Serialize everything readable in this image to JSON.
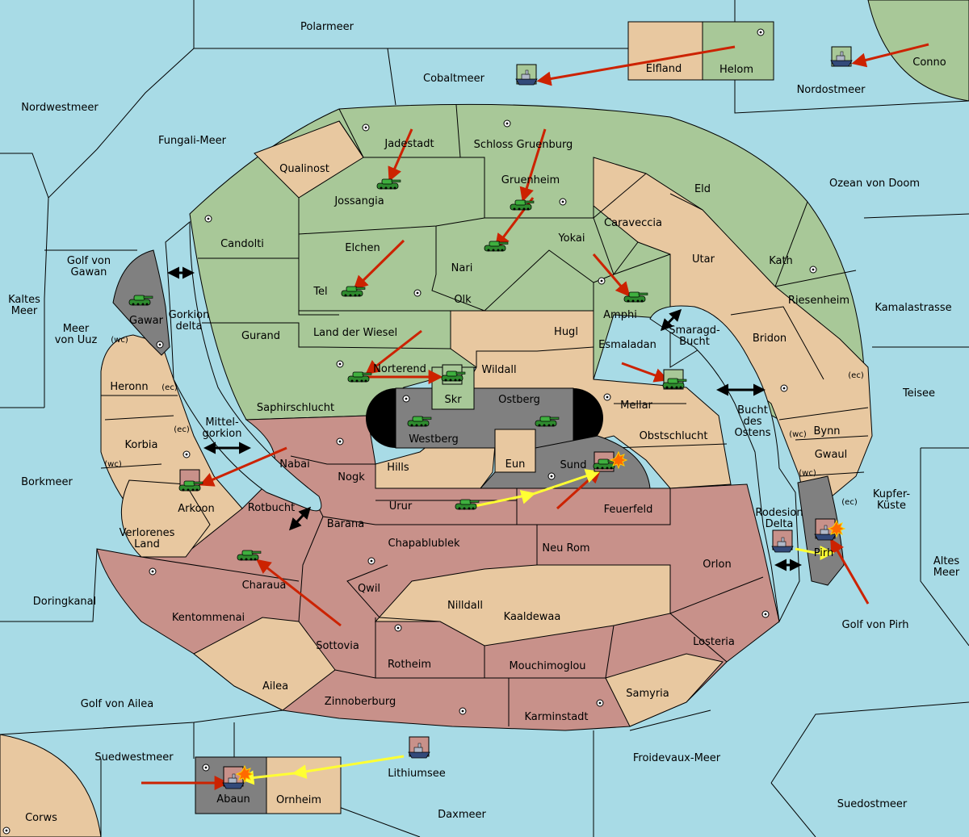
{
  "colors": {
    "sea": "#a8dbe6",
    "green": "#a8c898",
    "tan": "#e8c8a0",
    "rose": "#c8918a",
    "gray": "#808080",
    "black": "#000000",
    "move_arrow": "#cc2200",
    "support_arrow": "#ffff33",
    "bounce_arrow": "#000000"
  },
  "seas": {
    "polarmeer": "Polarmeer",
    "cobaltmeer": "Cobaltmeer",
    "nordostmeer": "Nordostmeer",
    "conno": "Conno",
    "nordwestmeer": "Nordwestmeer",
    "fungali": "Fungali-Meer",
    "ozean_doom": "Ozean von Doom",
    "golf_gawan_1": "Golf von",
    "golf_gawan_2": "Gawan",
    "kaltes_1": "Kaltes",
    "kaltes_2": "Meer",
    "meer_uuz_1": "Meer",
    "meer_uuz_2": "von Uuz",
    "kamalastrasse": "Kamalastrasse",
    "smaragd_1": "Smaragd-",
    "smaragd_2": "Bucht",
    "teisee": "Teisee",
    "bucht_1": "Bucht",
    "bucht_2": "des",
    "bucht_3": "Ostens",
    "mittel_1": "Mittel-",
    "mittel_2": "gorkion",
    "borkmeer": "Borkmeer",
    "rotbucht": "Rotbucht",
    "kupfer_1": "Kupfer-",
    "kupfer_2": "Küste",
    "altes_1": "Altes",
    "altes_2": "Meer",
    "rodesion_1": "Rodesion",
    "rodesion_2": "Delta",
    "gorkion_1": "Gorkion",
    "gorkion_2": "delta",
    "doringkanal": "Doringkanal",
    "golf_pirh": "Golf von Pirh",
    "golf_ailea": "Golf von Ailea",
    "suedwestmeer": "Suedwestmeer",
    "lithiumsee": "Lithiumsee",
    "froidevaux": "Froidevaux-Meer",
    "suedostmeer": "Suedostmeer",
    "daxmeer": "Daxmeer",
    "corws": "Corws"
  },
  "lands": {
    "elfland": "Elfland",
    "helom": "Helom",
    "jadestadt": "Jadestadt",
    "schloss": "Schloss Gruenburg",
    "qualinost": "Qualinost",
    "jossangia": "Jossangia",
    "gruenheim": "Gruenheim",
    "eld": "Eld",
    "candolti": "Candolti",
    "caraveccia": "Caraveccia",
    "elchen": "Elchen",
    "yokai": "Yokai",
    "nari": "Nari",
    "utar": "Utar",
    "kath": "Kath",
    "tel": "Tel",
    "olk": "Olk",
    "amphi": "Amphi",
    "riesenheim": "Riesenheim",
    "gawar": "Gawar",
    "gurand": "Gurand",
    "land_wiesel": "Land der Wiesel",
    "hugl": "Hugl",
    "bridon": "Bridon",
    "esmaladan": "Esmaladan",
    "norterend": "Norterend",
    "wildall": "Wildall",
    "heronn": "Heronn",
    "skr": "Skr",
    "ostberg": "Ostberg",
    "mellar": "Mellar",
    "saphir": "Saphirschlucht",
    "westberg": "Westberg",
    "obstschlucht": "Obstschlucht",
    "bynn": "Bynn",
    "korbia": "Korbia",
    "nabai": "Nabai",
    "hills": "Hills",
    "eun": "Eun",
    "sund": "Sund",
    "gwaul": "Gwaul",
    "nogk": "Nogk",
    "arkoon": "Arkoon",
    "urur": "Urur",
    "feuerfeld": "Feuerfeld",
    "verlorenes_1": "Verlorenes",
    "verlorenes_2": "Land",
    "barana": "Barana",
    "chapablublek": "Chapablublek",
    "neu_rom": "Neu Rom",
    "orlon": "Orlon",
    "pirh": "Pirh",
    "charaua": "Charaua",
    "qwil": "Qwil",
    "nilldall": "Nilldall",
    "kaaldewaa": "Kaaldewaa",
    "kentommenai": "Kentommenai",
    "sottovia": "Sottovia",
    "losteria": "Losteria",
    "rotheim": "Rotheim",
    "mouchimoglou": "Mouchimoglou",
    "ailea": "Ailea",
    "samyria": "Samyria",
    "zinnoberburg": "Zinnoberburg",
    "karminstadt": "Karminstadt",
    "abaun": "Abaun",
    "ornheim": "Ornheim"
  },
  "coast_tags": {
    "wc": "(wc)",
    "ec": "(ec)"
  },
  "icons": {
    "army": "tank-icon",
    "fleet": "ship-icon",
    "supply_center": "supply-center-dot",
    "explosion": "explosion-icon"
  }
}
